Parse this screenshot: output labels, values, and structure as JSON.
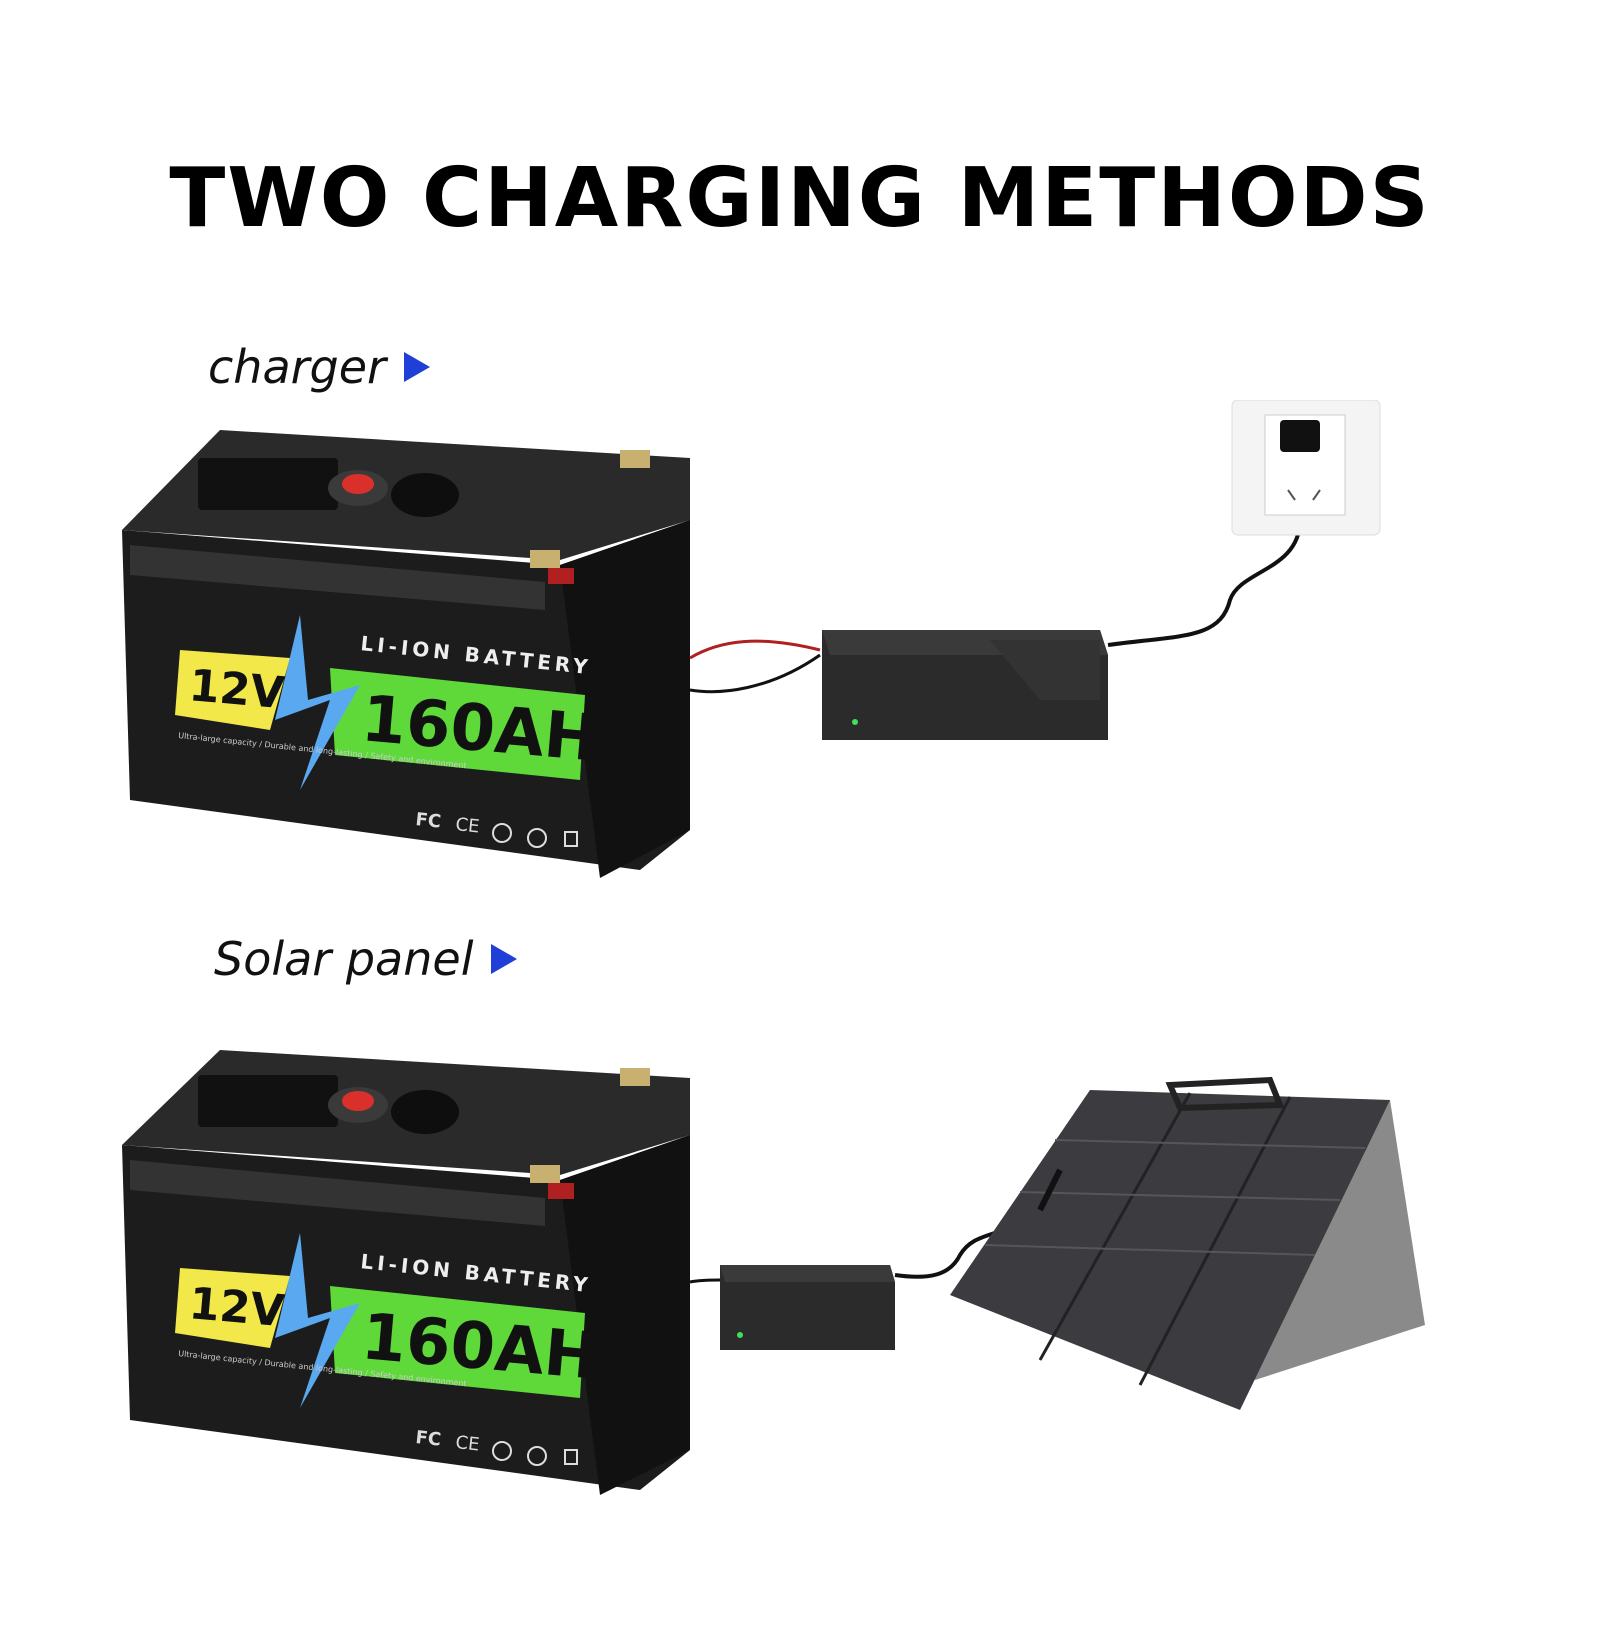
{
  "title": "TWO CHARGING METHODS",
  "sections": [
    {
      "label": "charger",
      "device": "wall-charger"
    },
    {
      "label": "Solar panel",
      "device": "solar-panel"
    }
  ],
  "battery": {
    "type_label": "LI-ION BATTERY",
    "voltage": "12V",
    "capacity": "160AH",
    "tagline": "Ultra-large capacity / Durable and long-lasting / Safety and environment",
    "certifications": [
      "FC",
      "CE"
    ]
  },
  "colors": {
    "title": "#000000",
    "arrow": "#1f3fd6",
    "battery_body": "#1c1c1c",
    "label_green": "#5fd83a",
    "label_yellow": "#f2e84a",
    "bolt_blue": "#5aa9f0"
  }
}
